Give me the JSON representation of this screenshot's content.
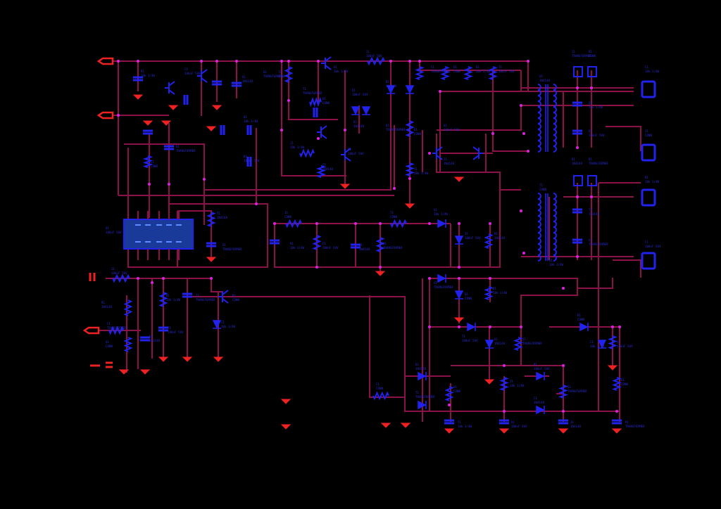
{
  "diagram": {
    "type": "electrical-schematic",
    "background": "black",
    "colors": {
      "background": "#000000",
      "wire": "#8a1248",
      "component": "#2222ee",
      "port": "#ee2222",
      "junction": "#dd22dd",
      "ic_fill": "#1a3a9a",
      "label": "#2a2ad0"
    },
    "labels": {
      "r_small": "R1",
      "c_small": "C1",
      "q_small": "Q1",
      "d_small": "D1",
      "t_small": "T1",
      "u_small": "U1",
      "j_small": "J1",
      "val": "10k 1/4W",
      "val2": "100nF 50V",
      "val3": "1N4148",
      "val4": "TRANSFORMER",
      "val5": "CONN"
    }
  }
}
